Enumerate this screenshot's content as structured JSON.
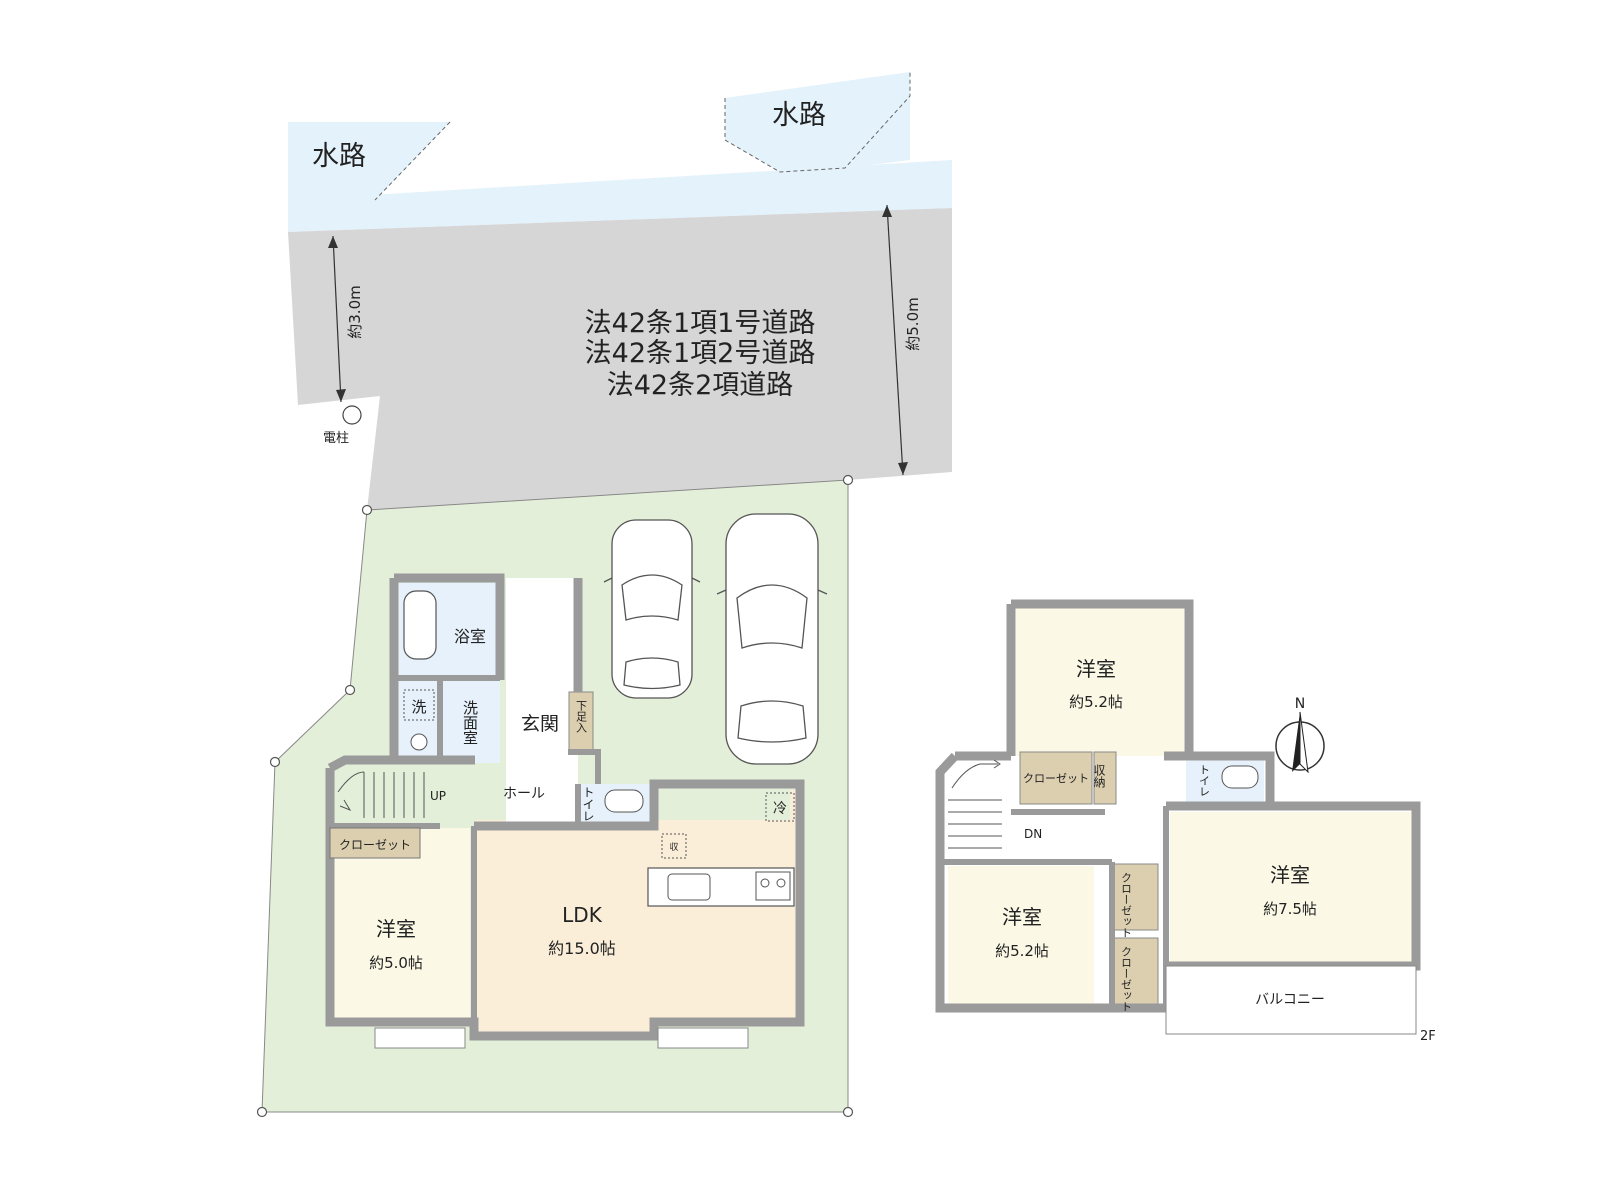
{
  "site": {
    "waterway_left": "水路",
    "waterway_right": "水路",
    "road_line1": "法42条1項1号道路",
    "road_line2": "法42条1項2号道路",
    "road_line3": "法42条2項道路",
    "width_left": "約3.0m",
    "width_right": "約5.0m",
    "pole": "電柱"
  },
  "floor1": {
    "bath": "浴室",
    "washer": "洗",
    "washroom": "洗面室",
    "entrance": "玄関",
    "shoe_storage": "下足入",
    "hall": "ホール",
    "toilet": "トイレ",
    "fridge": "冷",
    "storage_small": "収",
    "up": "UP",
    "closet": "クローゼット",
    "western_room": "洋室",
    "western_room_size": "約5.0帖",
    "ldk": "LDK",
    "ldk_size": "約15.0帖"
  },
  "floor2": {
    "room_top": "洋室",
    "room_top_size": "約5.2帖",
    "closet": "クローゼット",
    "storage": "収納",
    "toilet": "トイレ",
    "dn": "DN",
    "room_left": "洋室",
    "room_left_size": "約5.2帖",
    "closet_a": "クローゼット",
    "closet_b": "クローゼット",
    "room_right": "洋室",
    "room_right_size": "約7.5帖",
    "balcony": "バルコニー",
    "floor_label": "2F",
    "north": "N"
  },
  "colors": {
    "water": "#e3f2fb",
    "road": "#d6d6d6",
    "lot": "#e4efd9",
    "room": "#fbf9e6",
    "ldk": "#fbeed9",
    "wet": "#e6f1fb",
    "closet": "#dccfb0",
    "wall": "#9a9a9a"
  }
}
